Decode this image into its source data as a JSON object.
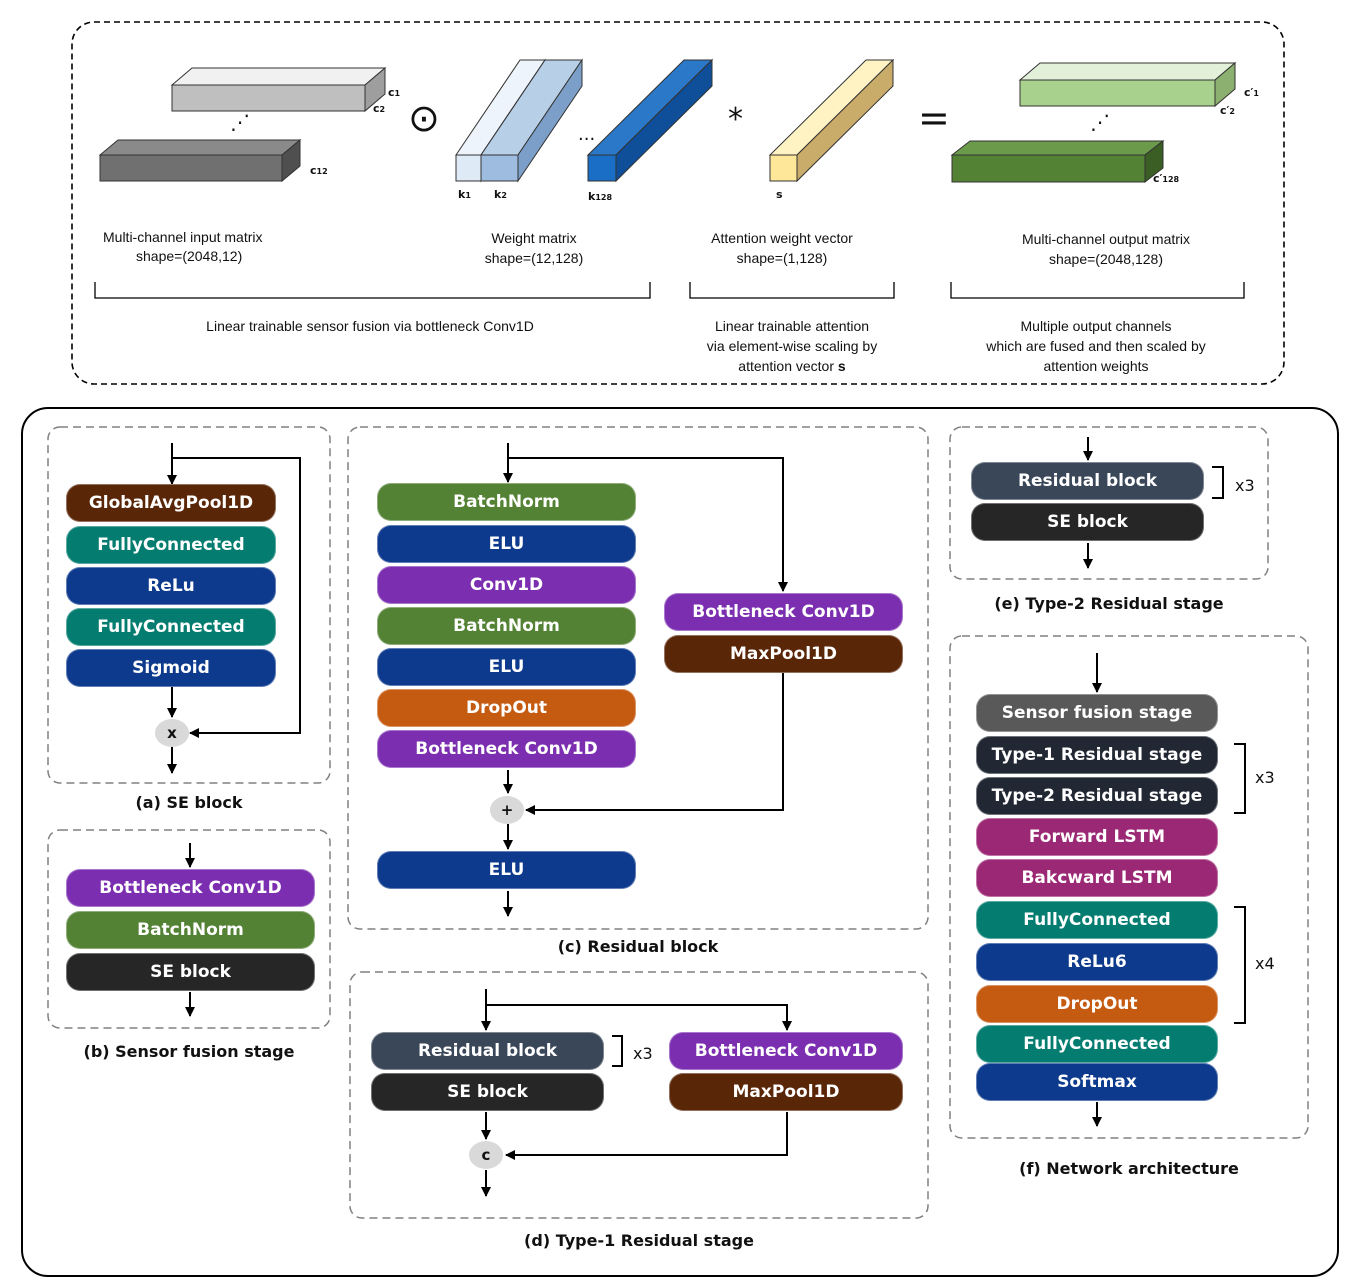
{
  "colors": {
    "batchnorm": "#548235",
    "elu": "#0d3a8c",
    "conv": "#7b2fb0",
    "dropout": "#c55a11",
    "maxpool": "#5a2608",
    "globalavg": "#5a2608",
    "fc": "#047d70",
    "relu": "#0d3a8c",
    "sigmoid": "#0d3a8c",
    "residual": "#3a4758",
    "se": "#262626",
    "sensorfusion": "#595959",
    "typestage": "#222833",
    "lstm": "#9b2874"
  },
  "top": {
    "input_label": "Multi-channel input matrix",
    "input_shape": "shape=(2048,12)",
    "weight_label": "Weight matrix",
    "weight_shape": "shape=(12,128)",
    "attn_label": "Attention weight vector",
    "attn_shape": "shape=(1,128)",
    "output_label": "Multi-channel output matrix",
    "output_shape": "shape=(2048,128)",
    "brace1_caption": "Linear trainable sensor fusion via bottleneck Conv1D",
    "brace2_line1": "Linear trainable attention",
    "brace2_line2": "via element-wise scaling by",
    "brace2_line3": "attention vector ",
    "brace2_bold": "s",
    "brace3_line1": "Multiple output channels",
    "brace3_line2": "which are fused and then scaled by",
    "brace3_line3": "attention weights",
    "odot": "⊙",
    "star": "*",
    "equals": "=",
    "ellipsis_in": "⋰",
    "ellipsis_w": "...",
    "ellipsis_out": "⋰",
    "c1": "c",
    "c1_sub": "1",
    "c2": "c",
    "c2_sub": "2",
    "c12": "c",
    "c12_sub": "12",
    "k1": "k",
    "k1_sub": "1",
    "k2": "k",
    "k2_sub": "2",
    "k128": "k",
    "k128_sub": "128",
    "s": "s",
    "oc1": "c′",
    "oc1_sub": "1",
    "oc2": "c′",
    "oc2_sub": "2",
    "oc128": "c′",
    "oc128_sub": "128"
  },
  "se_block": {
    "caption": "(a) SE block",
    "layers": [
      "GlobalAvgPool1D",
      "FullyConnected",
      "ReLu",
      "FullyConnected",
      "Sigmoid"
    ],
    "op": "x"
  },
  "sensor_fusion": {
    "caption": "(b) Sensor fusion stage",
    "layers": [
      "Bottleneck Conv1D",
      "BatchNorm",
      "SE block"
    ]
  },
  "residual_block": {
    "caption": "(c) Residual block",
    "main": [
      "BatchNorm",
      "ELU",
      "Conv1D",
      "BatchNorm",
      "ELU",
      "DropOut",
      "Bottleneck Conv1D"
    ],
    "skip": [
      "Bottleneck Conv1D",
      "MaxPool1D"
    ],
    "op": "+",
    "final": "ELU"
  },
  "type1": {
    "caption": "(d) Type-1 Residual stage",
    "main": [
      "Residual block",
      "SE block"
    ],
    "skip": [
      "Bottleneck Conv1D",
      "MaxPool1D"
    ],
    "repeat": "x3",
    "op": "c"
  },
  "type2": {
    "caption": "(e) Type-2 Residual stage",
    "layers": [
      "Residual block",
      "SE block"
    ],
    "repeat": "x3"
  },
  "network": {
    "caption": "(f) Network architecture",
    "layers": [
      "Sensor fusion stage",
      "Type-1 Residual stage",
      "Type-2 Residual stage",
      "Forward LSTM",
      "Bakcward LSTM",
      "FullyConnected",
      "ReLu6",
      "DropOut",
      "FullyConnected",
      "Softmax"
    ],
    "repeat1": "x3",
    "repeat2": "x4"
  }
}
